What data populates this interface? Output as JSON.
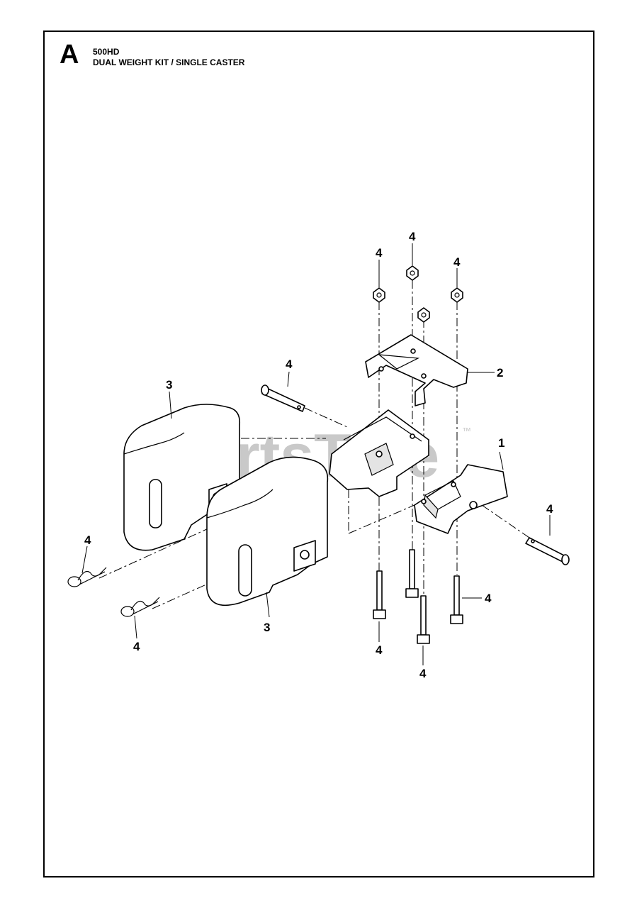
{
  "header": {
    "section_letter": "A",
    "model": "500HD",
    "title": "DUAL WEIGHT KIT / SINGLE CASTER"
  },
  "watermark": {
    "text": "PartsTree",
    "trademark": "™"
  },
  "callouts": {
    "c1": "1",
    "c2": "2",
    "c3a": "3",
    "c3b": "3",
    "c4_nut_left": "4",
    "c4_nut_mid": "4",
    "c4_nut_right": "4",
    "c4_pin_upper": "4",
    "c4_pin_right": "4",
    "c4_clip_upper": "4",
    "c4_clip_lower": "4",
    "c4_bolt_right": "4",
    "c4_bolt_left": "4",
    "c4_bolt_mid": "4"
  }
}
